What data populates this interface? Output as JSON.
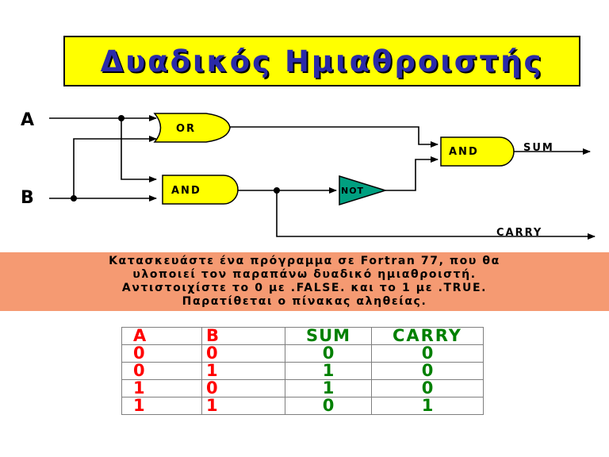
{
  "title": "Δυαδικός Ημιαθροιστής",
  "circuit": {
    "input_a": "A",
    "input_b": "B",
    "or_gate": "OR",
    "and_gate_1": "AND",
    "not_gate": "NOT",
    "and_gate_2": "AND",
    "output_sum": "SUM",
    "output_carry": "CARRY"
  },
  "task": {
    "lines": [
      "Κατασκευάστε ένα πρόγραμμα σε Fortran 77, που θα",
      "υλοποιεί τον παραπάνω δυαδικό ημιαθροιστή.",
      "Αντιστοιχίστε το 0 με .FALSE. και το 1 με .TRUE.",
      "Παρατίθεται ο πίνακας αληθείας."
    ]
  },
  "truth_table": {
    "headers": [
      "A",
      "B",
      "SUM",
      "CARRY"
    ],
    "rows": [
      [
        "0",
        "0",
        "0",
        "0"
      ],
      [
        "0",
        "1",
        "1",
        "0"
      ],
      [
        "1",
        "0",
        "1",
        "0"
      ],
      [
        "1",
        "1",
        "0",
        "1"
      ]
    ]
  },
  "colors": {
    "title_bg": "#ffff00",
    "title_text": "#2a2aa8",
    "gate_fill": "#ffff00",
    "not_fill": "#00a080",
    "task_bg": "#f59a72",
    "table_input": "#ff0000",
    "table_output": "#008000"
  }
}
